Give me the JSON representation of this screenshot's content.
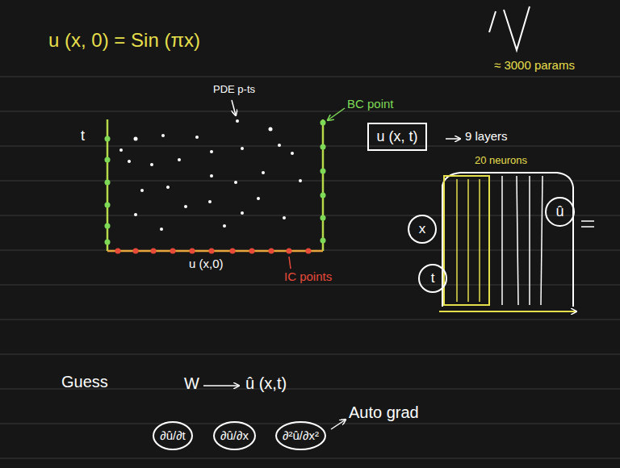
{
  "diagram": {
    "nodes": [
      {
        "text": [
          "u (x, t)"
        ]
      },
      {
        "text": [
          "x"
        ]
      },
      {
        "text": [
          "t"
        ]
      },
      {
        "text": [
          "û"
        ]
      },
      {
        "text": [
          "∂û/∂t"
        ]
      },
      {
        "text": [
          "∂û/∂x"
        ]
      },
      {
        "text": [
          "∂²û/∂x²"
        ]
      }
    ],
    "labels": [
      "u (x, 0) = Sin (πx)",
      "PDE p-ts",
      "BC point",
      "t",
      "u (x,0)",
      "IC points",
      "≈ 3000 params",
      "9 layers",
      "20 neurons",
      "Guess",
      "W",
      "û (x,t)",
      "Auto grad"
    ]
  }
}
